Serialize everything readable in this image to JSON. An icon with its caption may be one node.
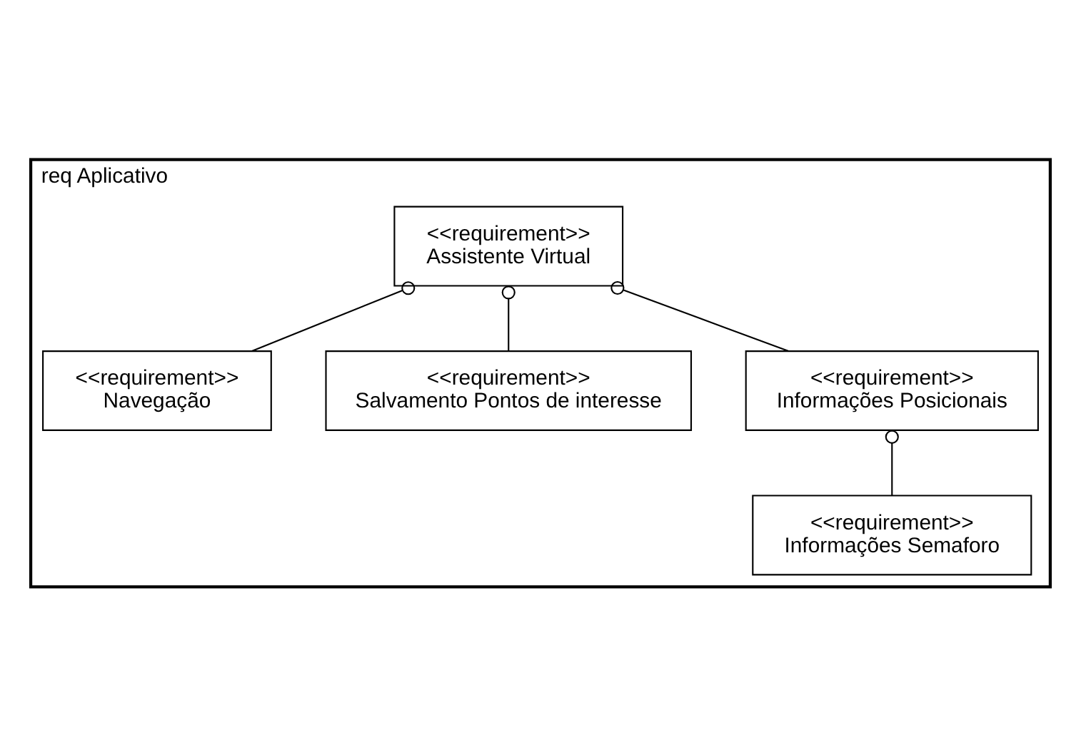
{
  "diagram": {
    "nodes": [
      {
        "text": [
          "req Aplicativo"
        ]
      },
      {
        "text": [
          "<<requirement>>",
          "Assistente Virtual"
        ],
        "in": 0
      },
      {
        "text": [
          "<<requirement>>",
          "Navegação"
        ],
        "in": 0
      },
      {
        "text": [
          "<<requirement>>",
          "Salvamento Pontos de interesse"
        ],
        "in": 0
      },
      {
        "text": [
          "<<requirement>>",
          "Informações Posicionais"
        ],
        "in": 0
      },
      {
        "text": [
          "<<requirement>>",
          "Informações Semaforo"
        ],
        "in": 0
      }
    ],
    "edges": [
      {
        "from": 1,
        "to": 2,
        "arrow": "other"
      },
      {
        "from": 1,
        "to": 3,
        "arrow": "other"
      },
      {
        "from": 1,
        "to": 4,
        "arrow": "other"
      },
      {
        "from": 4,
        "to": 5,
        "arrow": "other"
      }
    ]
  }
}
